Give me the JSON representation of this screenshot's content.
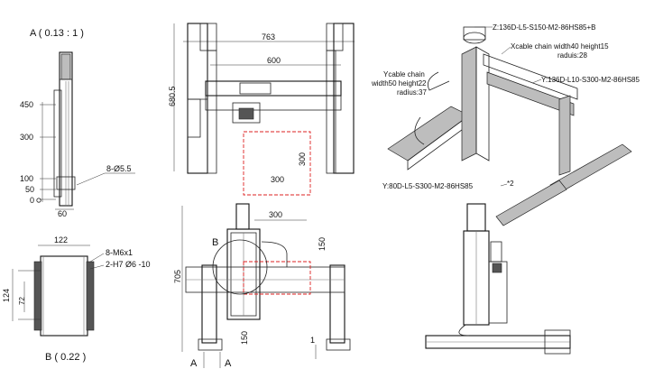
{
  "views": {
    "a_label": "A ( 0.13 : 1 )",
    "b_label": "B ( 0.22 )",
    "detail_marker_b": "B",
    "section_marker_a": "A"
  },
  "dimensions": {
    "w763": "763",
    "w600": "600",
    "h680": "680.5",
    "stroke300_v": "300",
    "stroke300_h": "300",
    "h705": "705",
    "front300": "300",
    "front150_v": "150",
    "front150_bottom": "150",
    "gap1": "1",
    "side450": "450",
    "side300": "300",
    "side100": "100",
    "side50": "50",
    "side0": "0",
    "side60": "60",
    "hole_note": "8-Ø5.5",
    "b122": "122",
    "b124": "124",
    "b72": "72",
    "b_thread": "8-M6x1",
    "b_pin": "2-H7 Ø6 -10"
  },
  "callouts": {
    "z_axis": "Z:136D-L5-S150-M2-86HS85+B",
    "x_chain_a": "Xcable chain  width40  height15",
    "x_chain_b": "raduis:28",
    "y_chain_a": "Ycable chain",
    "y_chain_b": "width50  height22",
    "y_chain_c": "radius:37",
    "y_axis_top": "Y:136D-L10-S300-M2-86HS85",
    "y_axis_bottom": "Y:80D-L5-S300-M2-86HS85",
    "qty": "*2"
  }
}
